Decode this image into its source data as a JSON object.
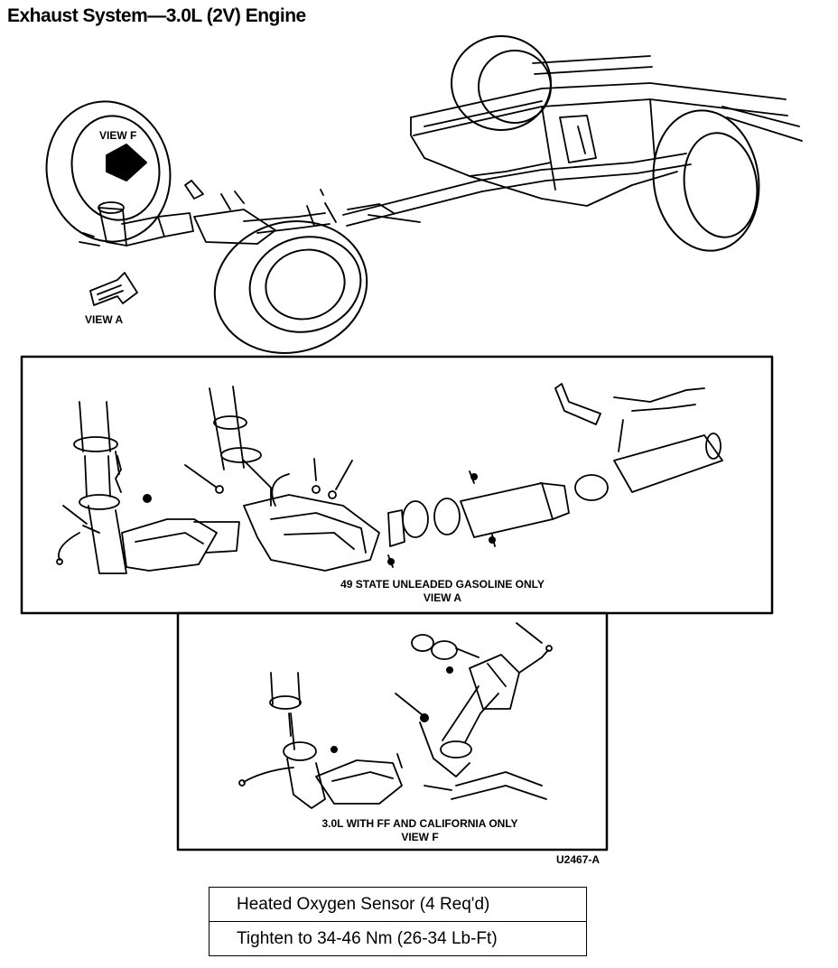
{
  "title": "Exhaust System—3.0L (2V) Engine",
  "overview": {
    "view_f_label": "VIEW F",
    "view_a_label": "VIEW A"
  },
  "panel_a": {
    "caption_line1": "49 STATE UNLEADED GASOLINE ONLY",
    "caption_line2": "VIEW A"
  },
  "panel_f": {
    "caption_line1": "3.0L WITH FF AND CALIFORNIA ONLY",
    "caption_line2": "VIEW F"
  },
  "figure_code": "U2467-A",
  "legend": {
    "row1": "Heated Oxygen Sensor (4 Req'd)",
    "row2": "Tighten to 34-46 Nm (26-34 Lb-Ft)"
  }
}
